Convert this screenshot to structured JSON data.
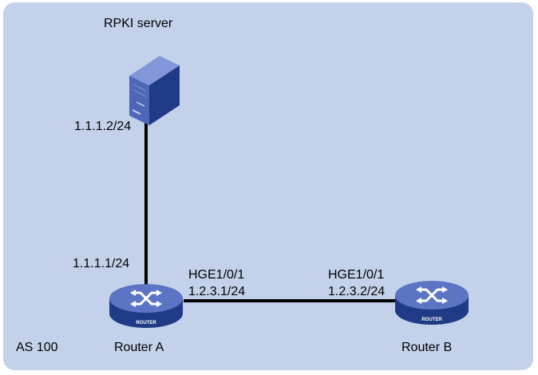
{
  "nodes": {
    "server": {
      "label": "RPKI server",
      "ip": "1.1.1.2/24"
    },
    "router_a": {
      "label": "Router A",
      "badge": "ROUTER",
      "ip_to_server": "1.1.1.1/24",
      "port": "HGE1/0/1",
      "ip": "1.2.3.1/24"
    },
    "router_b": {
      "label": "Router B",
      "badge": "ROUTER",
      "port": "HGE1/0/1",
      "ip": "1.2.3.2/24"
    }
  },
  "area": {
    "label": "AS 100"
  },
  "colors": {
    "background": "#c3d2ea",
    "router_top": "#5b74c4",
    "router_side": "#1f3a86",
    "server_front": "#4f66b8",
    "link": "#000000"
  }
}
